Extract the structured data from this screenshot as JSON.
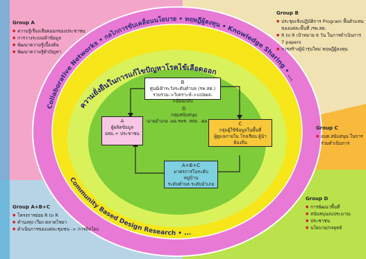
{
  "colors": {
    "group_a_bg": "#f4a6c9",
    "group_b_bg": "#f1e2b3",
    "group_c_bg": "#f8b93c",
    "group_abc_bg": "#b7d4e6",
    "group_d_bg": "#b9e24c",
    "outer_ring": "#e879d4",
    "yellow_ring": "#f6e61a",
    "light_ring": "#d9f25c",
    "inner_green": "#7ecc3a",
    "box_b": "#ffffff",
    "box_a": "#f9c6e6",
    "box_c": "#f8c83a",
    "box_abc": "#7fd0e0",
    "bullet": "#d0202a"
  },
  "group_a": {
    "title": "Group A",
    "items": [
      "ความรู้เรื่องเสือตออกของประชาชน",
      "การวางระบบเฝ้าข้อมูล",
      "พัฒนาความรู้เบื้องต้น",
      "พัฒนาความรู้ตัวปัญหา"
    ]
  },
  "group_b": {
    "title": "Group B",
    "items": [
      "ประชุมเชิงปฏิบัติการ Program พื้นตัวแทนของแต่ละพื้นที่ /รพ.สต.",
      "R to R เป้าหมาย 6 วัน ในการดำเนินการ 7 papers",
      "การสร้างผู้นำรุ่นใหม่ ทฤษฎีผู้ลงทุน"
    ]
  },
  "group_c": {
    "title": "Group C",
    "items": [
      "อบต.สนับสนุน ในการร่วมดำเนินการ"
    ]
  },
  "group_abc": {
    "title": "Group A+B+C",
    "items": [
      "โครงการย่อย R to R",
      "คำนงทุ่ง เวียง ตลาดไชยา",
      "ดำเนินการของแต่ละชุมชน -> การติดโยง"
    ]
  },
  "group_d": {
    "title": "Group D",
    "items": [
      "การพัฒนาพื้นที่",
      "สนับสนุนงบประมาณ",
      "ประชาชน",
      "นโยบาย/กลยุทธ์"
    ]
  },
  "ring_texts": {
    "outer_top": "Collaborative Networks • กลไกการขับเคลื่อนนโยบาย • ทฤษฎีผู้ลงทุน • Knowledge Sharing • ...",
    "outer_bottom": "Community Based Design Research • ...",
    "yellow_title": "ความยั่งยืนในการแก้ไขปัญหาโรคไข้เลือดออก"
  },
  "boxes": {
    "b": {
      "label": "B",
      "line1": "ศูนย์เฝ้าระวังระดับตำบล (รพ.สต.)",
      "line2": "รวบรวม->วิเคราะห์->แปลผล->ย้อนกลับ"
    },
    "a": {
      "label": "A",
      "line1": "ผู้ผลิตข้อมูล",
      "line2": "อสม.+ ประชาชน"
    },
    "c": {
      "label": "C",
      "line1": "กลุ่มผู้ใช้ข้อมูลในพื้นที่",
      "line2": "ผู้ดูแลภายใน โรงเรียน ผู้นำท้องถิ่น"
    },
    "abc": {
      "label": "A+B+C",
      "line1": "มาตรการในระดับหมู่บ้าน",
      "line2": "ระดับตำบล ระดับอำเภอ"
    }
  },
  "center": {
    "label": "D",
    "line1": "กลุ่มสนับสนุน",
    "line2": "-นายอำเภอ -ผอ.รพช. สสอ. -ผอ.รพ.สต."
  }
}
